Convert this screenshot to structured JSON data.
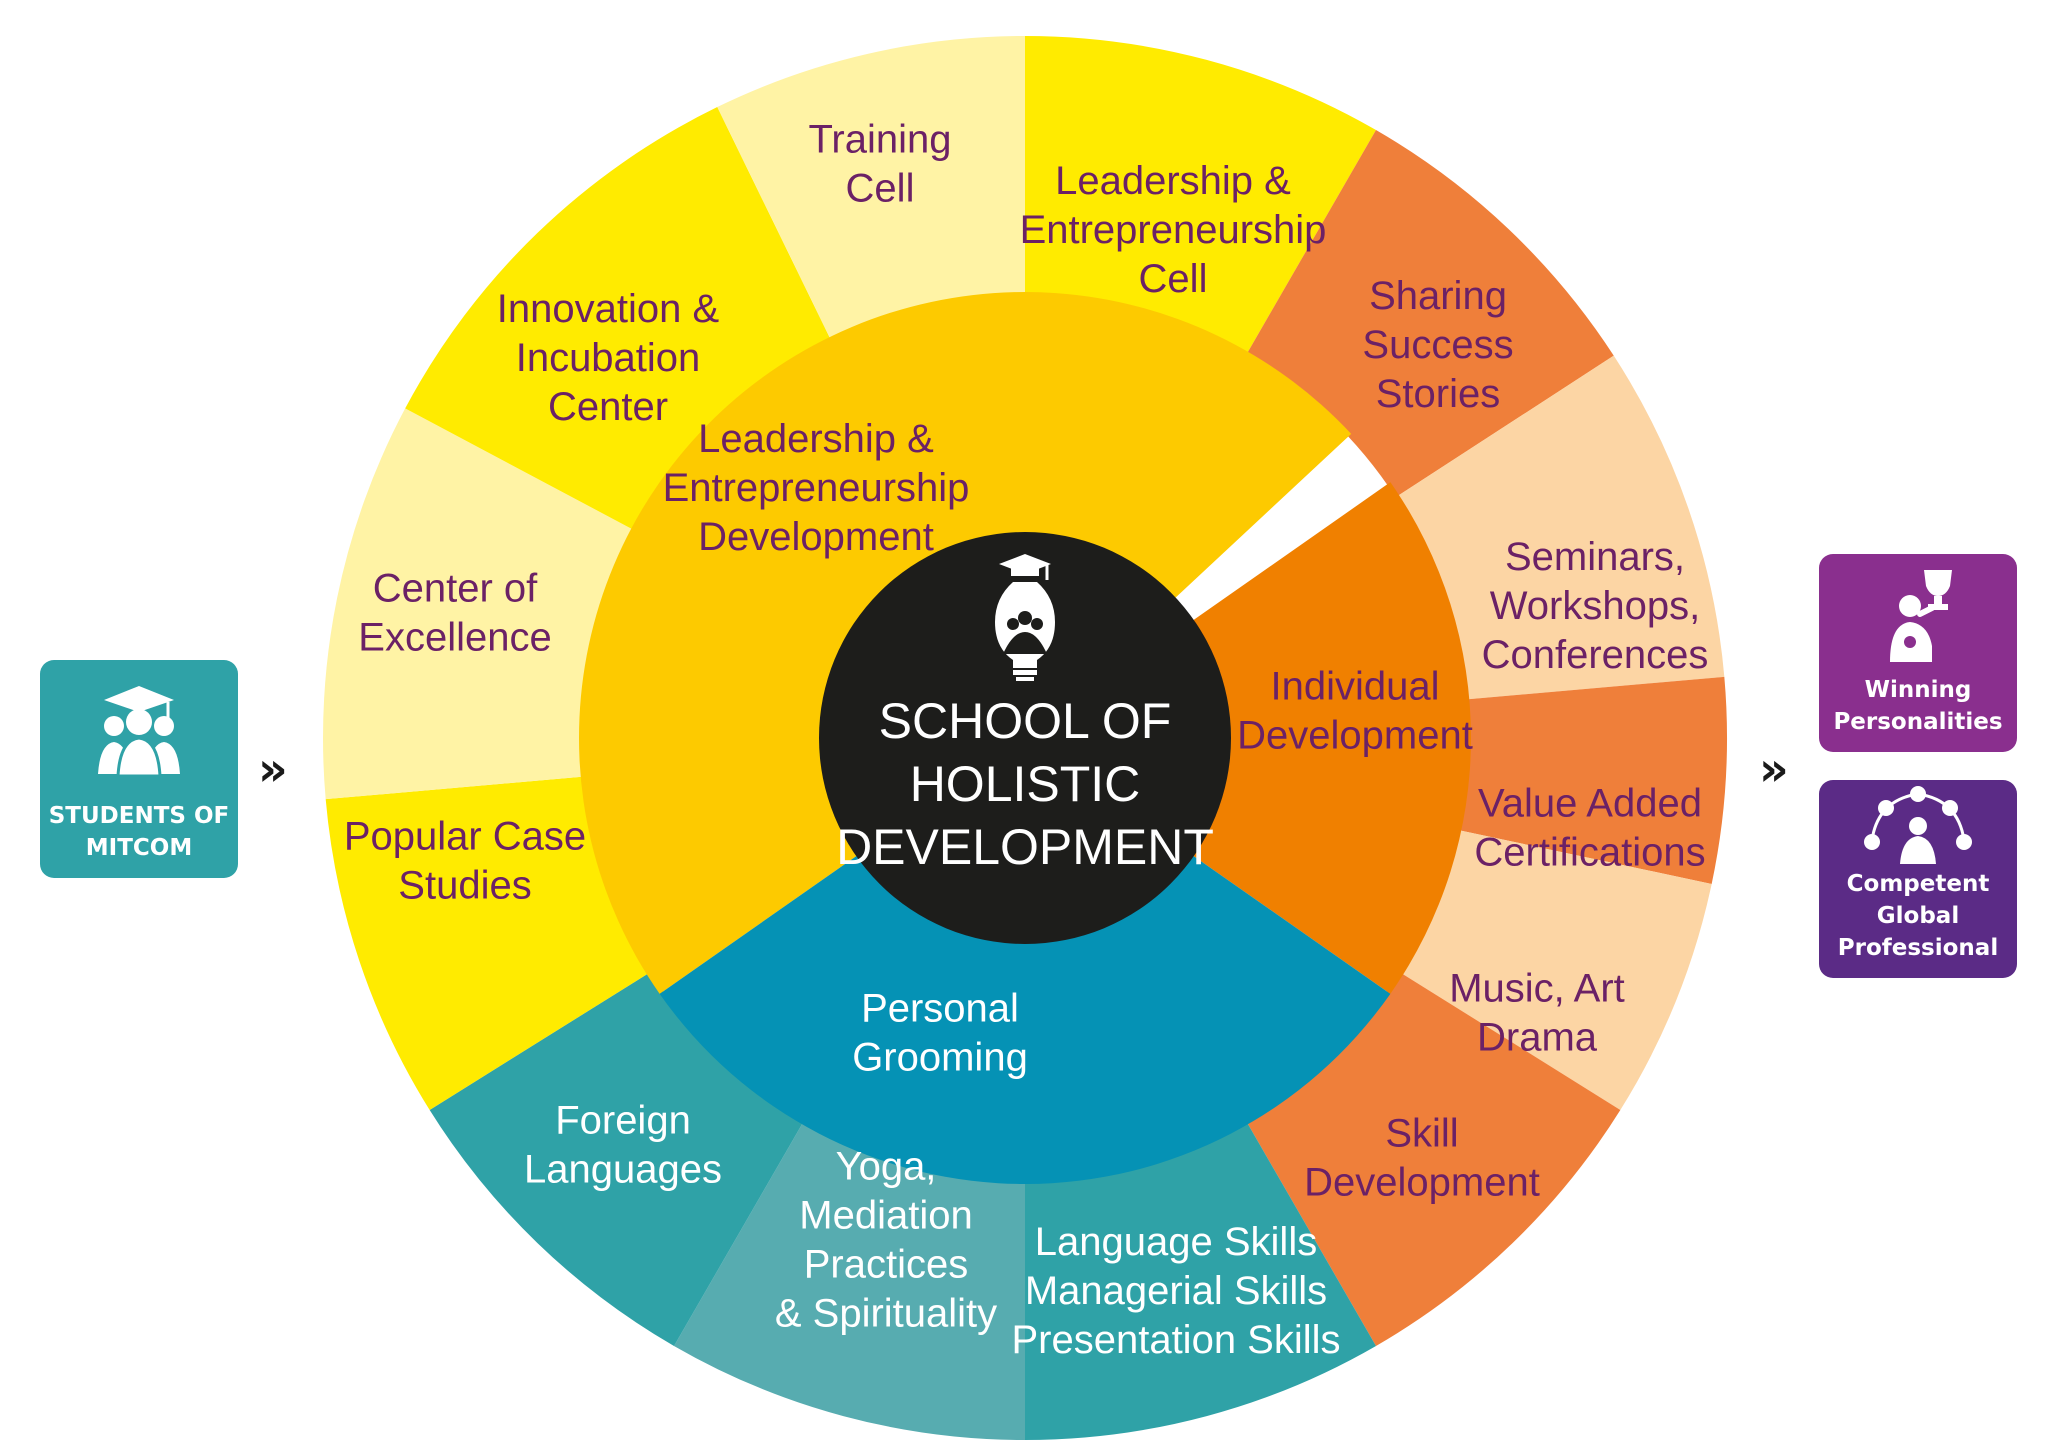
{
  "center": {
    "title": [
      "SCHOOL OF",
      "HOLISTIC",
      "DEVELOPMENT"
    ],
    "icon": "lightbulb-graduation-icon",
    "color": "#1d1d1b"
  },
  "text_colors": {
    "dark": "#6b2166",
    "light": "#ffffff"
  },
  "inner_ring": [
    {
      "label": [
        "Leadership &",
        "Entrepreneurship",
        "Development"
      ],
      "color": "#fdca00",
      "text": "dark"
    },
    {
      "label": [
        "Individual",
        "Development"
      ],
      "color": "#f08000",
      "text": "dark"
    },
    {
      "label": [
        "Personal",
        "Grooming"
      ],
      "color": "#0592b5",
      "text": "light"
    }
  ],
  "outer_ring": [
    {
      "label": [
        "Leadership &",
        "Entrepreneurship",
        "Cell"
      ],
      "color": "#ffeb00",
      "text": "dark"
    },
    {
      "label": [
        "Sharing",
        "Success",
        "Stories"
      ],
      "color": "#ef7f3a",
      "text": "dark"
    },
    {
      "label": [
        "Seminars,",
        "Workshops,",
        "Conferences"
      ],
      "color": "#fcd5a4",
      "text": "dark"
    },
    {
      "label": [
        "Value Added",
        "Certifications"
      ],
      "color": "#ef7f3a",
      "text": "dark"
    },
    {
      "label": [
        "Music, Art",
        "Drama"
      ],
      "color": "#fcd5a4",
      "text": "dark"
    },
    {
      "label": [
        "Skill",
        "Development"
      ],
      "color": "#ef7f3a",
      "text": "dark"
    },
    {
      "label": [
        "Language Skills",
        "Managerial Skills",
        "Presentation Skills"
      ],
      "color": "#2fa2a7",
      "text": "light"
    },
    {
      "label": [
        "Yoga,",
        "Mediation",
        "Practices",
        "& Spirituality"
      ],
      "color": "#57acb0",
      "text": "light"
    },
    {
      "label": [
        "Foreign",
        "Languages"
      ],
      "color": "#2fa2a7",
      "text": "light"
    },
    {
      "label": [
        "Popular Case",
        "Studies"
      ],
      "color": "#ffeb00",
      "text": "dark"
    },
    {
      "label": [
        "Center of",
        "Excellence"
      ],
      "color": "#fff3a5",
      "text": "dark"
    },
    {
      "label": [
        "Innovation &",
        "Incubation",
        "Center"
      ],
      "color": "#ffeb00",
      "text": "dark"
    },
    {
      "label": [
        "Training",
        "Cell"
      ],
      "color": "#fff3a5",
      "text": "dark"
    }
  ],
  "input_card": {
    "label": "STUDENTS OF\nMITCOM",
    "color": "#2fa2a7",
    "icon": "graduates-group-icon"
  },
  "output_cards": [
    {
      "label": "Winning\nPersonalities",
      "color": "#8a2f8e",
      "icon": "trophy-winner-icon"
    },
    {
      "label": "Competent\nGlobal\nProfessional",
      "color": "#5b2b86",
      "icon": "professional-network-icon"
    }
  ],
  "arrows": {
    "left": "»",
    "right": "»"
  }
}
